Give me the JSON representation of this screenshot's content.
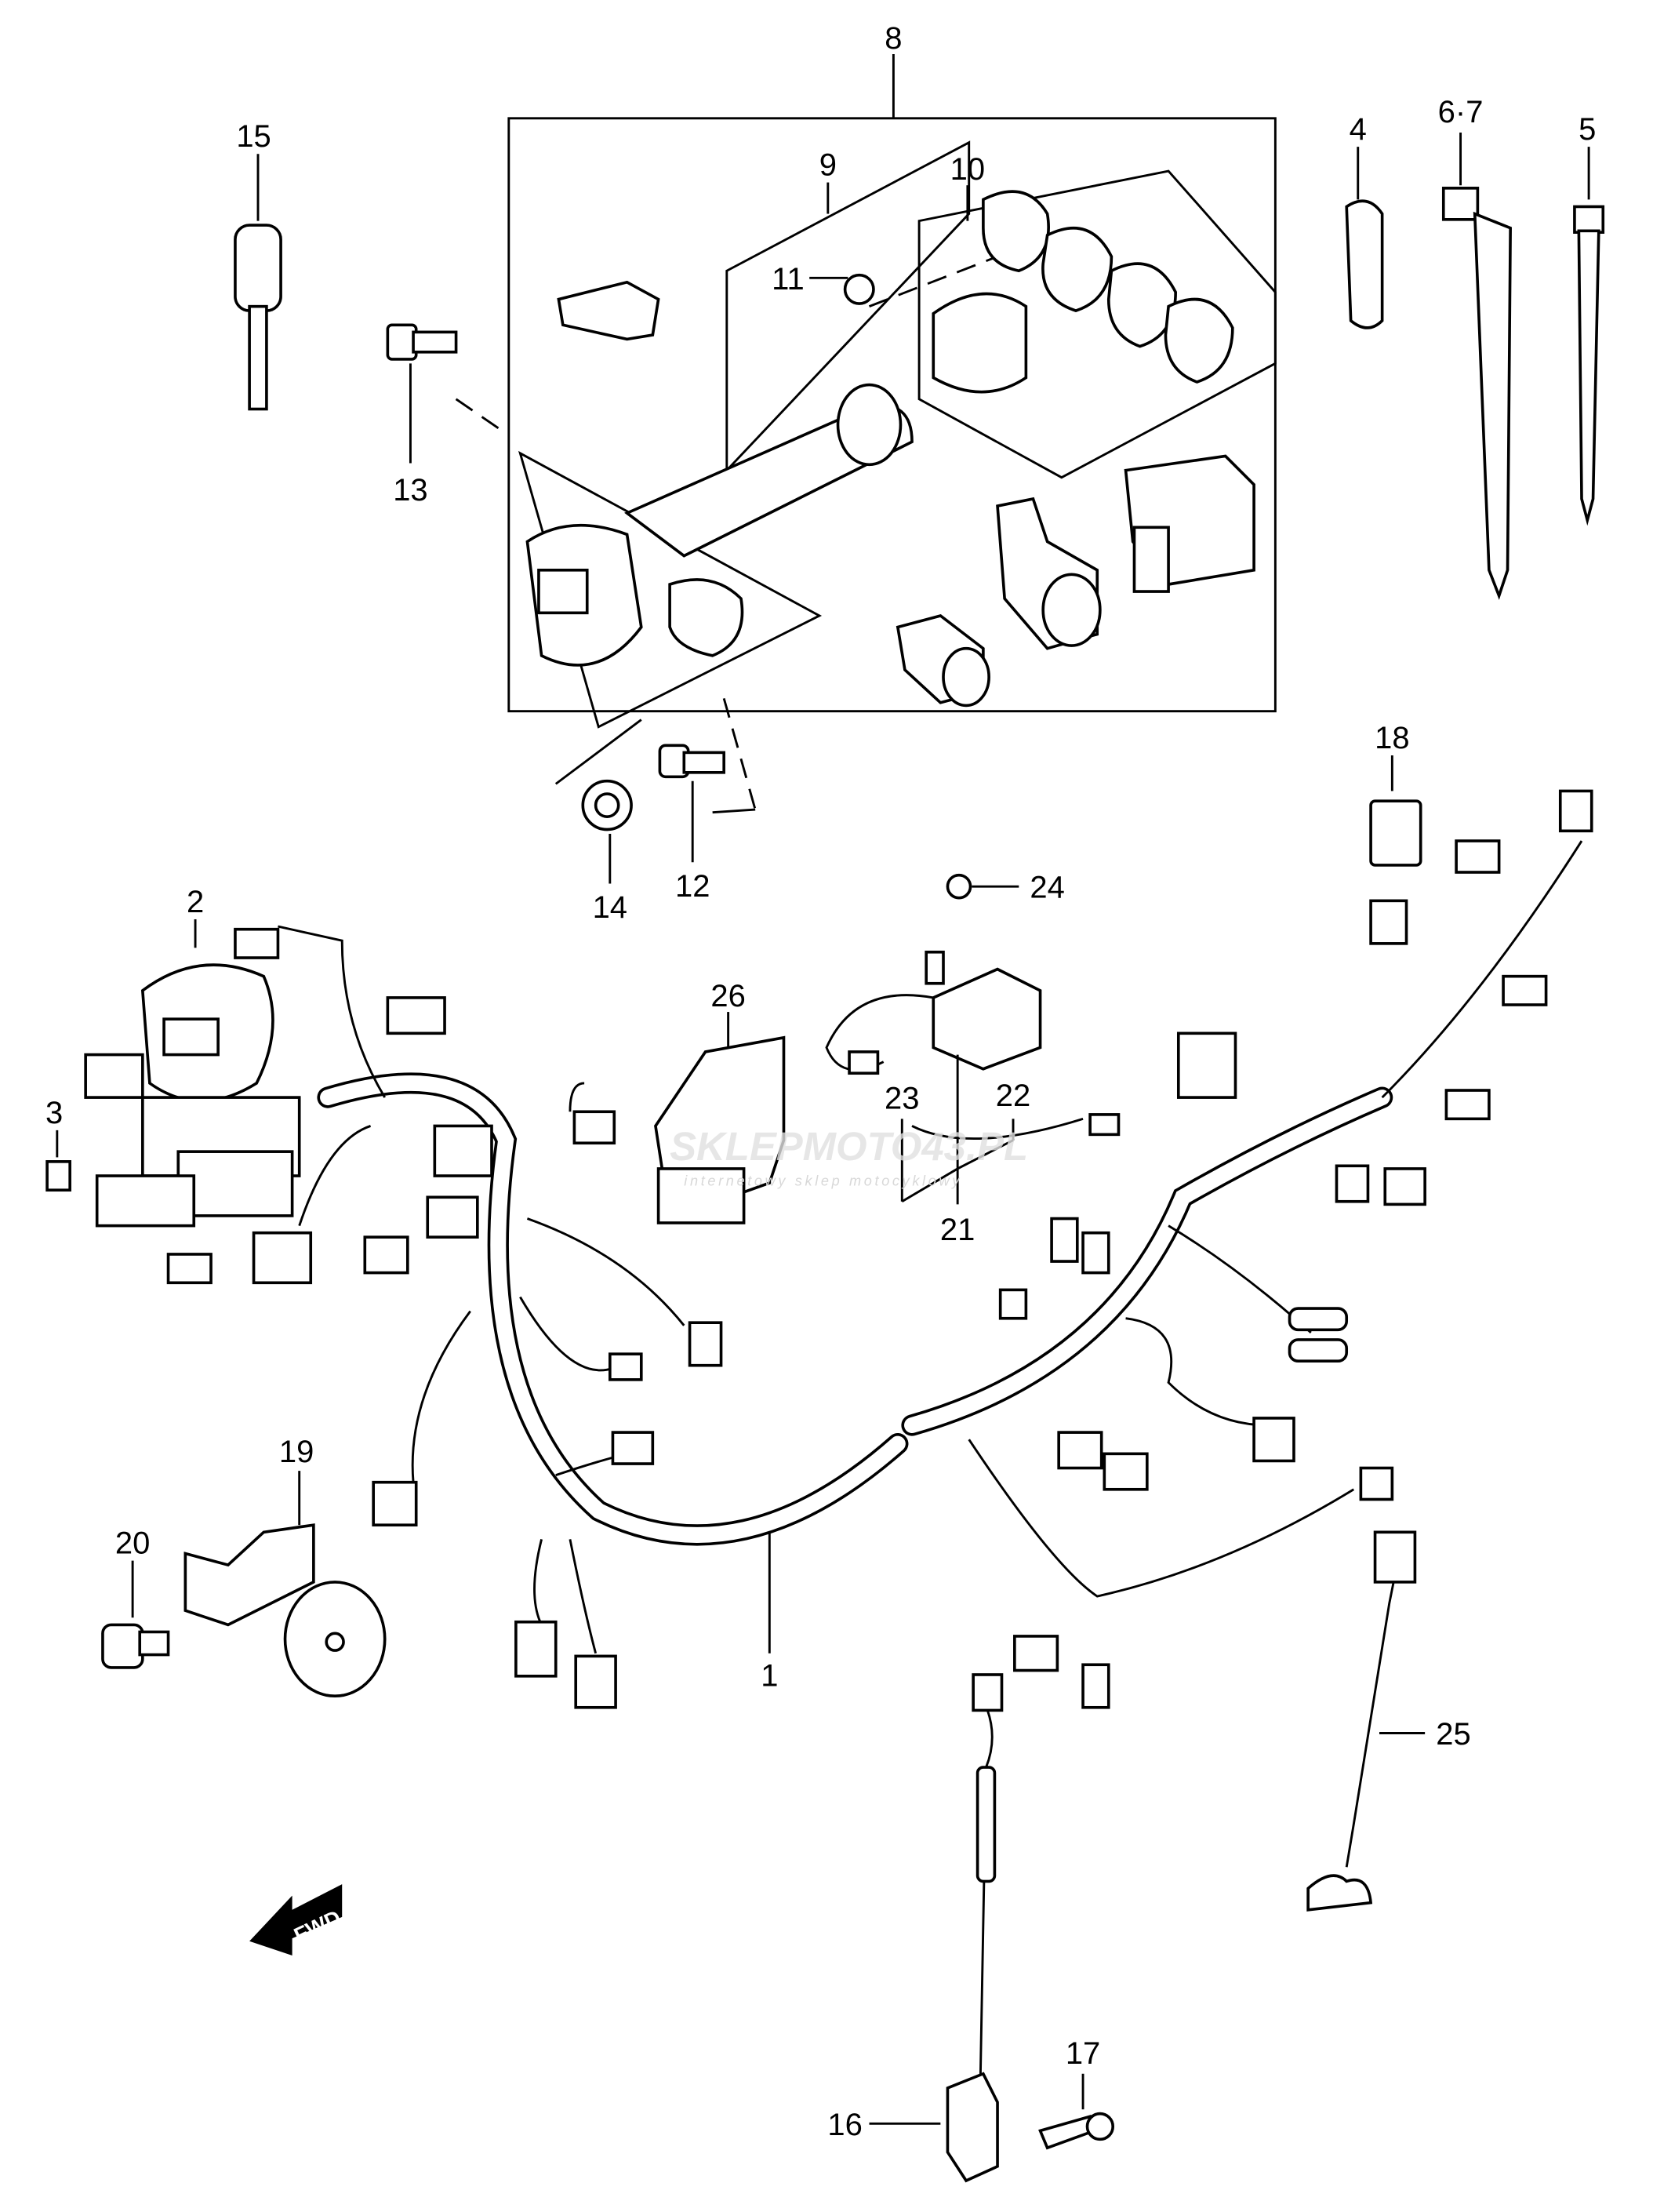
{
  "labels": {
    "l1": "1",
    "l2": "2",
    "l3": "3",
    "l4": "4",
    "l5": "5",
    "l67": "6·7",
    "l8": "8",
    "l9": "9",
    "l10": "10",
    "l11": "11",
    "l12": "12",
    "l13": "13",
    "l14": "14",
    "l15": "15",
    "l16": "16",
    "l17": "17",
    "l18": "18",
    "l19": "19",
    "l20": "20",
    "l21": "21",
    "l22": "22",
    "l23": "23",
    "l24": "24",
    "l25": "25",
    "l26": "26"
  },
  "direction_marker": "FWD",
  "watermark": {
    "brand": "SKLEPMOTO43.PL",
    "tagline": "internetowy sklep motocyklowy"
  }
}
